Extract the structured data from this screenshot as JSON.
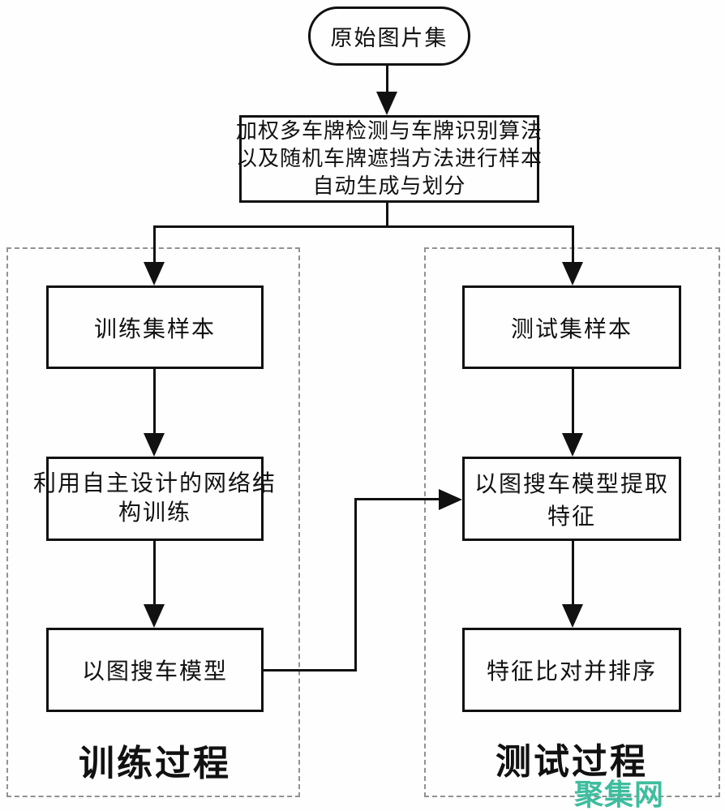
{
  "colors": {
    "line": "#111111",
    "dashed_border": "#929292",
    "background": "#fefefe",
    "watermark": "#3ebd9e"
  },
  "nodes": {
    "start": {
      "label": "原始图片集"
    },
    "algorithm": {
      "line1": "加权多车牌检测与车牌识别算法",
      "line2": "以及随机车牌遮挡方法进行样本",
      "line3": "自动生成与划分"
    },
    "train_samples": {
      "label": "训练集样本"
    },
    "train_network": {
      "line1": "利用自主设计的网络结",
      "line2": "构训练"
    },
    "search_model": {
      "label": "以图搜车模型"
    },
    "test_samples": {
      "label": "测试集样本"
    },
    "extract_features": {
      "label": "以图搜车模型提取特征"
    },
    "compare_rank": {
      "label": "特征比对并排序"
    }
  },
  "groups": {
    "training": {
      "label": "训练过程"
    },
    "testing": {
      "label": "测试过程"
    }
  },
  "watermark": {
    "label": "聚集网"
  }
}
